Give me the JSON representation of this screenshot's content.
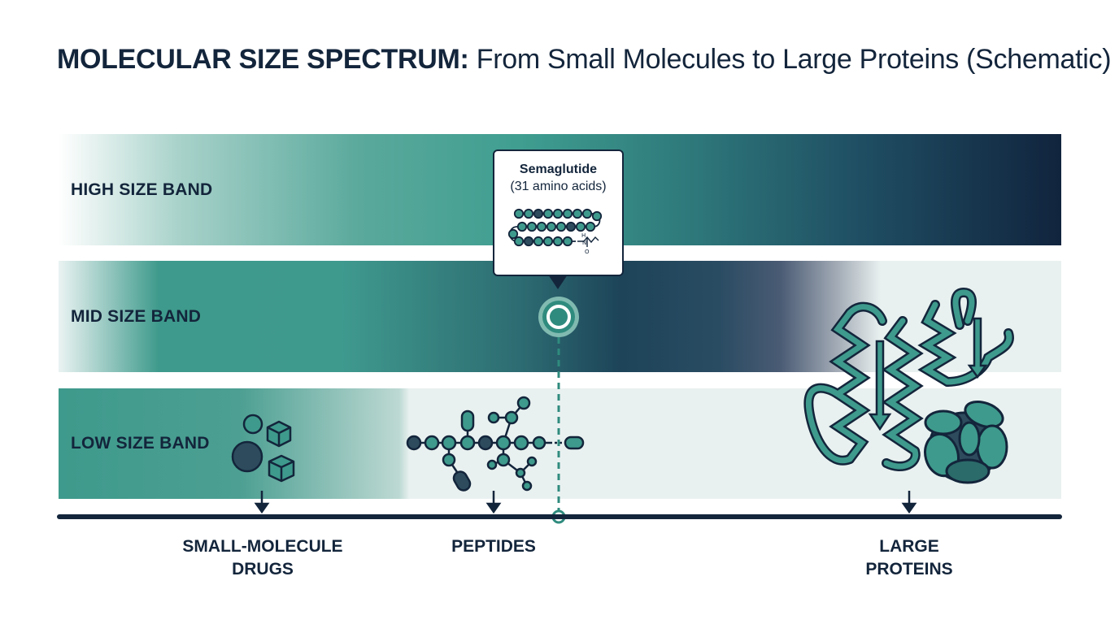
{
  "title": {
    "bold": "MOLECULAR SIZE SPECTRUM:",
    "rest": " From Small Molecules to Large Proteins (Schematic)"
  },
  "bands": {
    "high": "HIGH SIZE BAND",
    "mid": "MID SIZE BAND",
    "low": "LOW SIZE BAND"
  },
  "callout": {
    "title": "Semaglutide",
    "subtitle": "(31 amino acids)",
    "structure_labels": {
      "h": "H",
      "n": "N",
      "o": "O"
    }
  },
  "categories": {
    "small_molecule": [
      "SMALL-MOLECULE",
      "DRUGS"
    ],
    "peptides": [
      "PEPTIDES"
    ],
    "large_proteins": [
      "LARGE",
      "PROTEINS"
    ]
  },
  "colors": {
    "navy": "#13253b",
    "teal": "#3e9a8c",
    "dark_teal": "#2b6b6a",
    "slate": "#2d4b5c",
    "light_band": "#e9f1f0"
  },
  "icons": [
    "cube-icon",
    "sphere-icon",
    "peptide-chain-icon",
    "protein-helix-icon",
    "protein-globule-icon",
    "target-marker-icon",
    "down-arrow-icon"
  ]
}
